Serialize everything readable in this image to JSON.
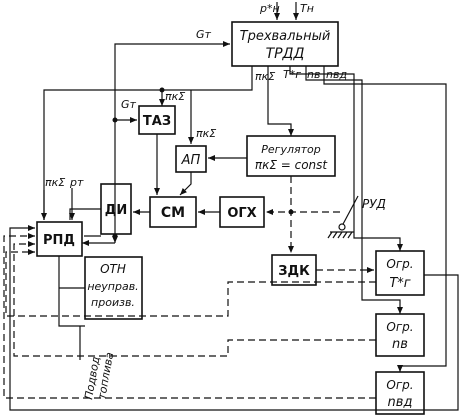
{
  "blocks": {
    "trdd": {
      "line1": "Трехвальный",
      "line2": "ТРДД"
    },
    "taz": "ТАЗ",
    "ap": "АП",
    "regulator": {
      "line1": "Регулятор",
      "line2": "πкΣ = const"
    },
    "di": "ДИ",
    "sm": "СМ",
    "ogx": "ОГХ",
    "rpd": "РПД",
    "otn": {
      "line1": "ОТН",
      "line2": "неуправ.",
      "line3": "произв."
    },
    "zdk": "ЗДК",
    "ogr_tg": {
      "line1": "Огр.",
      "line2": "T*г"
    },
    "ogr_nv": {
      "line1": "Огр.",
      "line2": "nв"
    },
    "ogr_nvd": {
      "line1": "Огр.",
      "line2": "nвд"
    }
  },
  "labels": {
    "p_n": "p*н",
    "t_n": "Tн",
    "g_t_top": "Gт",
    "pi_kz_trdd": "πкΣ",
    "t_g_trdd": "T*г",
    "n_v_trdd": "nв",
    "n_vd_trdd": "nвд",
    "g_t_taz": "Gт",
    "pi_kz_taz": "πкΣ",
    "pi_kz_ap": "πкΣ",
    "pi_kz_rpd": "πкΣ",
    "p_t_rpd": "pт",
    "rud": "РУД",
    "fuel_supply": {
      "line1": "Подвод",
      "line2": "топлива"
    }
  }
}
